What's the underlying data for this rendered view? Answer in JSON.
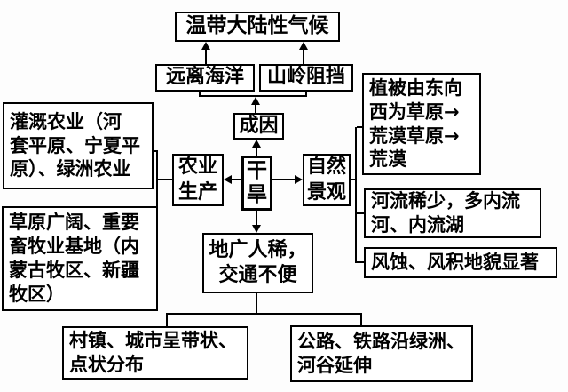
{
  "diagram": {
    "type": "concept-flowchart",
    "central_topic": "干旱",
    "colors": {
      "line": "#000000",
      "box_background": "#ffffff",
      "text": "#000000",
      "page_background": "#fdfdfd"
    },
    "nodes": {
      "climate": {
        "text": "温带大陆性气候"
      },
      "far_from_sea": {
        "text": "远离海洋"
      },
      "mountain_block": {
        "text": "山岭阻挡"
      },
      "cause": {
        "text": "成因"
      },
      "drought": {
        "lines": [
          "干",
          "旱"
        ]
      },
      "agriculture": {
        "lines": [
          "农业",
          "生产"
        ]
      },
      "natural_landscape": {
        "lines": [
          "自然",
          "景观"
        ]
      },
      "irrigation": {
        "lines": [
          "灌溉农业（河",
          "套平原、宁夏平",
          "原）、绿洲农业"
        ]
      },
      "pastoral": {
        "lines": [
          "草原广阔、重要",
          "畜牧业基地（内",
          "蒙古牧区、新疆",
          "牧区）"
        ]
      },
      "vegetation": {
        "lines": [
          "植被由东向",
          "西为草原→",
          "荒漠草原→",
          "荒漠"
        ]
      },
      "rivers": {
        "lines": [
          "河流稀少，多内流",
          "河、内流湖"
        ]
      },
      "landform": {
        "text": "风蚀、风积地貌显著"
      },
      "population": {
        "lines": [
          "地广人稀，",
          "交通不便"
        ]
      },
      "settlements": {
        "lines": [
          "村镇、城市呈带状、",
          "点状分布"
        ]
      },
      "transport": {
        "lines": [
          "公路、铁路沿绿洲、",
          "河谷延伸"
        ]
      }
    },
    "edges": [
      {
        "from": "远离海洋",
        "to": "温带大陆性气候",
        "arrow": true
      },
      {
        "from": "山岭阻挡",
        "to": "温带大陆性气候",
        "arrow": true
      },
      {
        "from": "成因",
        "to": "远离海洋+山岭阻挡",
        "arrow": true
      },
      {
        "from": "干旱",
        "to": "成因",
        "arrow": true
      },
      {
        "from": "干旱",
        "to": "农业生产",
        "arrow": true
      },
      {
        "from": "干旱",
        "to": "自然景观",
        "arrow": true
      },
      {
        "from": "干旱",
        "to": "地广人稀，交通不便",
        "arrow": true
      },
      {
        "from": "农业生产",
        "to": "灌溉农业（河套平原、宁夏平原）、绿洲农业",
        "arrow": false
      },
      {
        "from": "农业生产",
        "to": "草原广阔、重要畜牧业基地（内蒙古牧区、新疆牧区）",
        "arrow": false
      },
      {
        "from": "自然景观",
        "to": "植被由东向西为草原→荒漠草原→荒漠",
        "arrow": false
      },
      {
        "from": "自然景观",
        "to": "河流稀少，多内流河、内流湖",
        "arrow": false
      },
      {
        "from": "自然景观",
        "to": "风蚀、风积地貌显著",
        "arrow": false
      },
      {
        "from": "地广人稀，交通不便",
        "to": "村镇、城市呈带状、点状分布",
        "arrow": false
      },
      {
        "from": "地广人稀，交通不便",
        "to": "公路、铁路沿绿洲、河谷延伸",
        "arrow": false
      }
    ]
  }
}
